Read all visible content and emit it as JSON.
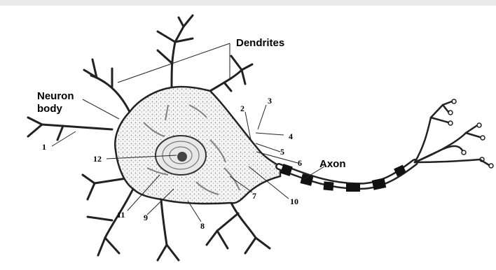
{
  "labels": {
    "dendrites": "Dendrites",
    "neuron_body_line1": "Neuron",
    "neuron_body_line2": "body",
    "axon": "Axon"
  },
  "numbers": [
    "1",
    "2",
    "3",
    "4",
    "5",
    "6",
    "7",
    "8",
    "9",
    "10",
    "11",
    "12"
  ]
}
